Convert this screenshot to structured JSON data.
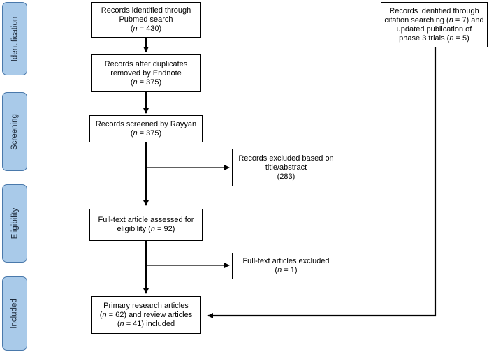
{
  "stages": [
    {
      "id": "identification",
      "label": "Identification"
    },
    {
      "id": "screening",
      "label": "Screening"
    },
    {
      "id": "eligibility",
      "label": "Eligibility"
    },
    {
      "id": "included",
      "label": "Included"
    }
  ],
  "boxes": {
    "identified_pubmed": {
      "text": "Records identified through Pubmed search",
      "count_prefix": "n",
      "count_value": "= 430"
    },
    "after_duplicates": {
      "text_line1": "Records after duplicates",
      "text_line2": "removed by Endnote",
      "count_prefix": "n",
      "count_value": "= 375"
    },
    "screened": {
      "text": "Records screened by Rayyan",
      "count_prefix": "n",
      "count_value": "= 375"
    },
    "excluded_title": {
      "text_line1": "Records excluded based on",
      "text_line2": "title/abstract",
      "count_value": "(283)"
    },
    "fulltext_assessed": {
      "text_line1": "Full-text article assessed for",
      "text_line2": "eligibility",
      "count_prefix": "n",
      "count_value": "= 92"
    },
    "fulltext_excluded": {
      "text": "Full-text articles excluded",
      "count_prefix": "n",
      "count_value": "= 1"
    },
    "included_articles": {
      "text_line1": "Primary research articles",
      "count1_prefix": "n",
      "count1_value": "= 62",
      "text_line2_tail": "and review articles",
      "count2_prefix": "n",
      "count2_value": "= 41",
      "text_line3_tail": "included"
    },
    "citation_search": {
      "text_line1": "Records identified through",
      "text_line2": "citation searching",
      "count1_prefix": "n",
      "count1_value": "= 7",
      "text_line2_tail": "and",
      "text_line3": "updated publication of",
      "text_line4": "phase 3 trials",
      "count2_prefix": "n",
      "count2_value": "= 5"
    }
  }
}
